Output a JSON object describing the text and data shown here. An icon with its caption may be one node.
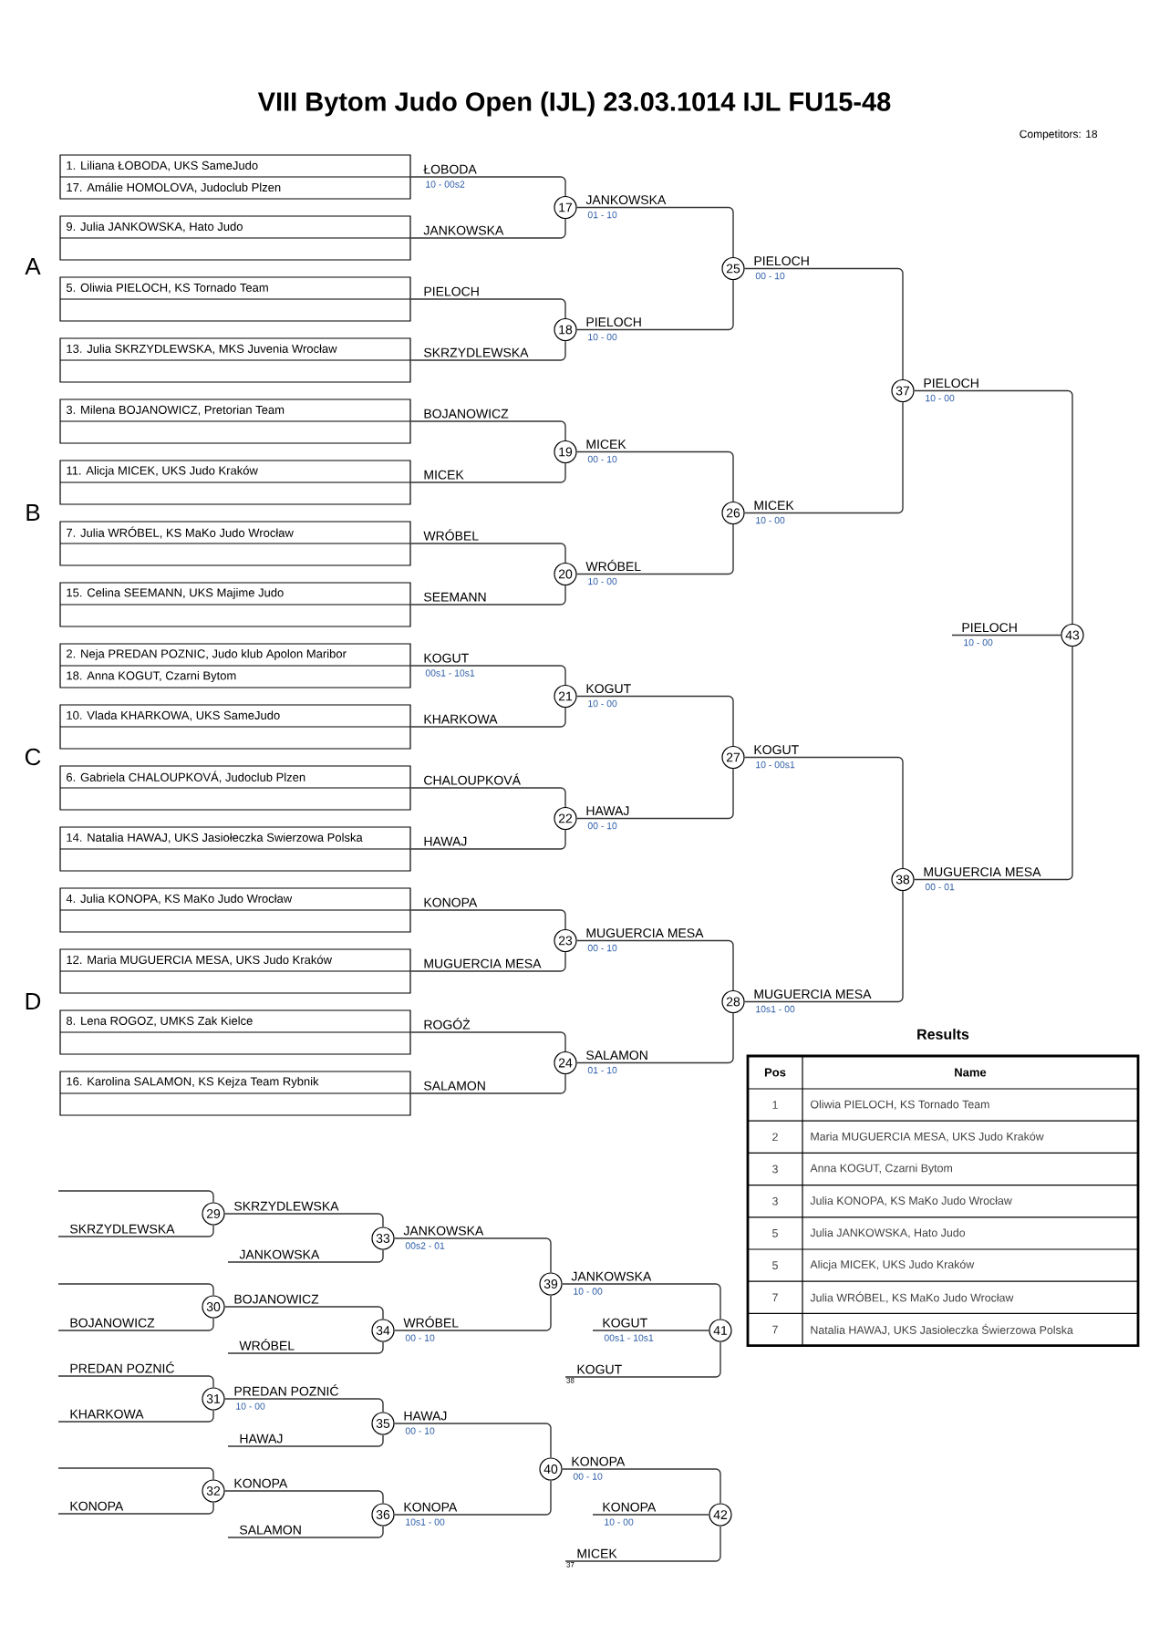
{
  "diagram": {
    "title": "VIII Bytom Judo Open (IJL)  23.03.1014  IJL   FU15-48",
    "nodes": [
      {
        "text": [
          "1. Liliana ŁOBODA, UKS SameJudo",
          "17. Amálie HOMOLOVA, Judoclub Plzen"
        ],
        "beside": [
          "ŁOBODA",
          "10 - 00s2"
        ]
      },
      {
        "text": [
          "9. Julia JANKOWSKA, Hato Judo"
        ],
        "beside": [
          "JANKOWSKA"
        ]
      },
      {
        "text": [
          "5. Oliwia PIELOCH, KS Tornado Team"
        ],
        "beside": [
          "PIELOCH"
        ]
      },
      {
        "text": [
          "13. Julia SKRZYDLEWSKA, MKS Juvenia Wrocław"
        ],
        "beside": [
          "SKRZYDLEWSKA"
        ]
      },
      {
        "text": [
          "3. Milena BOJANOWICZ, Pretorian Team"
        ],
        "beside": [
          "BOJANOWICZ"
        ]
      },
      {
        "text": [
          "11. Alicja MICEK, UKS Judo Kraków"
        ],
        "beside": [
          "MICEK"
        ]
      },
      {
        "text": [
          "7. Julia WRÓBEL, KS MaKo Judo Wrocław"
        ],
        "beside": [
          "WRÓBEL"
        ]
      },
      {
        "text": [
          "15. Celina SEEMANN, UKS Majime Judo"
        ],
        "beside": [
          "SEEMANN"
        ]
      },
      {
        "text": [
          "2. Neja PREDAN POZNIC, Judo klub Apolon Maribor",
          "18. Anna KOGUT, Czarni Bytom"
        ],
        "beside": [
          "KOGUT",
          "00s1 - 10s1"
        ]
      },
      {
        "text": [
          "10. Vlada KHARKOWA, UKS SameJudo"
        ],
        "beside": [
          "KHARKOWA"
        ]
      },
      {
        "text": [
          "6. Gabriela CHALOUPKOVÁ, Judoclub Plzen"
        ],
        "beside": [
          "CHALOUPKOVÁ"
        ]
      },
      {
        "text": [
          "14. Natalia HAWAJ, UKS Jasiołeczka Swierzowa Polska"
        ],
        "beside": [
          "HAWAJ"
        ]
      },
      {
        "text": [
          "4. Julia KONOPA, KS MaKo Judo Wrocław"
        ],
        "beside": [
          "KONOPA"
        ]
      },
      {
        "text": [
          "12. Maria MUGUERCIA MESA, UKS Judo Kraków"
        ],
        "beside": [
          "MUGUERCIA MESA"
        ]
      },
      {
        "text": [
          "8. Lena ROGOZ, UMKS Zak Kielce"
        ],
        "beside": [
          "ROGÓŻ"
        ]
      },
      {
        "text": [
          "16. Karolina SALAMON, KS Kejza Team Rybnik"
        ],
        "beside": [
          "SALAMON"
        ]
      },
      {
        "text": [
          "17"
        ],
        "beside": [
          "JANKOWSKA",
          "01 - 10"
        ]
      },
      {
        "text": [
          "18"
        ],
        "beside": [
          "PIELOCH",
          "10 - 00"
        ]
      },
      {
        "text": [
          "19"
        ],
        "beside": [
          "MICEK",
          "00 - 10"
        ]
      },
      {
        "text": [
          "20"
        ],
        "beside": [
          "WRÓBEL",
          "10 - 00"
        ]
      },
      {
        "text": [
          "21"
        ],
        "beside": [
          "KOGUT",
          "10 - 00"
        ]
      },
      {
        "text": [
          "22"
        ],
        "beside": [
          "HAWAJ",
          "00 - 10"
        ]
      },
      {
        "text": [
          "23"
        ],
        "beside": [
          "MUGUERCIA MESA",
          "00 - 10"
        ]
      },
      {
        "text": [
          "24"
        ],
        "beside": [
          "SALAMON",
          "01 - 10"
        ]
      },
      {
        "text": [
          "25"
        ],
        "beside": [
          "PIELOCH",
          "00 - 10"
        ]
      },
      {
        "text": [
          "26"
        ],
        "beside": [
          "MICEK",
          "10 - 00"
        ]
      },
      {
        "text": [
          "27"
        ],
        "beside": [
          "KOGUT",
          "10 - 00s1"
        ]
      },
      {
        "text": [
          "28"
        ],
        "beside": [
          "MUGUERCIA MESA",
          "10s1 - 00"
        ]
      },
      {
        "text": [
          "37"
        ],
        "beside": [
          "PIELOCH",
          "10 - 00"
        ]
      },
      {
        "text": [
          "38"
        ],
        "beside": [
          "MUGUERCIA MESA",
          "00 - 01"
        ]
      },
      {
        "text": [
          "43"
        ],
        "beside": [
          "PIELOCH",
          "10 - 00"
        ]
      },
      {
        "text": [
          "29"
        ],
        "beside": [
          "SKRZYDLEWSKA"
        ]
      },
      {
        "text": [
          "30"
        ],
        "beside": [
          "BOJANOWICZ"
        ]
      },
      {
        "text": [
          "31"
        ],
        "beside": [
          "PREDAN POZNIĆ",
          "10 - 00"
        ]
      },
      {
        "text": [
          "32"
        ],
        "beside": [
          "KONOPA"
        ]
      },
      {
        "text": [
          "33"
        ],
        "beside": [
          "JANKOWSKA",
          "00s2 - 01"
        ]
      },
      {
        "text": [
          "34"
        ],
        "beside": [
          "WRÓBEL",
          "00 - 10"
        ]
      },
      {
        "text": [
          "35"
        ],
        "beside": [
          "HAWAJ",
          "00 - 10"
        ]
      },
      {
        "text": [
          "36"
        ],
        "beside": [
          "KONOPA",
          "10s1 - 00"
        ]
      },
      {
        "text": [
          "39"
        ],
        "beside": [
          "JANKOWSKA",
          "10 - 00"
        ]
      },
      {
        "text": [
          "40"
        ],
        "beside": [
          "KONOPA",
          "00 - 10"
        ]
      },
      {
        "text": [
          "41"
        ],
        "beside": [
          "KOGUT",
          "00s1 - 10s1"
        ]
      },
      {
        "text": [
          "42"
        ],
        "beside": [
          "KONOPA",
          "10 - 00"
        ]
      },
      {
        "text": [
          "38"
        ]
      },
      {
        "text": [
          "37"
        ]
      }
    ],
    "edges": [
      {
        "from": 0,
        "to": 16,
        "arrow": "none"
      },
      {
        "from": 1,
        "to": 16,
        "arrow": "none"
      },
      {
        "from": 2,
        "to": 17,
        "arrow": "none"
      },
      {
        "from": 3,
        "to": 17,
        "arrow": "none"
      },
      {
        "from": 4,
        "to": 18,
        "arrow": "none"
      },
      {
        "from": 5,
        "to": 18,
        "arrow": "none"
      },
      {
        "from": 6,
        "to": 19,
        "arrow": "none"
      },
      {
        "from": 7,
        "to": 19,
        "arrow": "none"
      },
      {
        "from": 8,
        "to": 20,
        "arrow": "none"
      },
      {
        "from": 9,
        "to": 20,
        "arrow": "none"
      },
      {
        "from": 10,
        "to": 21,
        "arrow": "none"
      },
      {
        "from": 11,
        "to": 21,
        "arrow": "none"
      },
      {
        "from": 12,
        "to": 22,
        "arrow": "none"
      },
      {
        "from": 13,
        "to": 22,
        "arrow": "none"
      },
      {
        "from": 14,
        "to": 23,
        "arrow": "none"
      },
      {
        "from": 15,
        "to": 23,
        "arrow": "none"
      },
      {
        "from": 16,
        "to": 24,
        "arrow": "none"
      },
      {
        "from": 17,
        "to": 24,
        "arrow": "none"
      },
      {
        "from": 18,
        "to": 25,
        "arrow": "none"
      },
      {
        "from": 19,
        "to": 25,
        "arrow": "none"
      },
      {
        "from": 20,
        "to": 26,
        "arrow": "none"
      },
      {
        "from": 21,
        "to": 26,
        "arrow": "none"
      },
      {
        "from": 22,
        "to": 27,
        "arrow": "none"
      },
      {
        "from": 23,
        "to": 27,
        "arrow": "none"
      },
      {
        "from": 24,
        "to": 28,
        "arrow": "none"
      },
      {
        "from": 25,
        "to": 28,
        "arrow": "none"
      },
      {
        "from": 26,
        "to": 29,
        "arrow": "none"
      },
      {
        "from": 27,
        "to": 29,
        "arrow": "none"
      },
      {
        "from": 28,
        "to": 30,
        "arrow": "none"
      },
      {
        "from": 29,
        "to": 30,
        "arrow": "none"
      },
      {
        "from": 30,
        "to": null,
        "arrow": "none"
      },
      {
        "from": null,
        "to": 31,
        "arrow": "none"
      },
      {
        "from": null,
        "to": 31,
        "arrow": "none",
        "label": "SKRZYDLEWSKA"
      },
      {
        "from": 31,
        "to": 35,
        "arrow": "none"
      },
      {
        "from": null,
        "to": 35,
        "arrow": "none",
        "label": "JANKOWSKA"
      },
      {
        "from": null,
        "to": 32,
        "arrow": "none"
      },
      {
        "from": null,
        "to": 32,
        "arrow": "none",
        "label": "BOJANOWICZ"
      },
      {
        "from": 32,
        "to": 36,
        "arrow": "none"
      },
      {
        "from": null,
        "to": 36,
        "arrow": "none",
        "label": "WRÓBEL"
      },
      {
        "from": 35,
        "to": 39,
        "arrow": "none"
      },
      {
        "from": 36,
        "to": 39,
        "arrow": "none"
      },
      {
        "from": 39,
        "to": 41,
        "arrow": "none"
      },
      {
        "from": 41,
        "to": null,
        "arrow": "none"
      },
      {
        "from": 43,
        "to": 41,
        "arrow": "none",
        "label": "KOGUT"
      },
      {
        "from": null,
        "to": 33,
        "arrow": "none",
        "label": "PREDAN POZNIĆ"
      },
      {
        "from": null,
        "to": 33,
        "arrow": "none",
        "label": "KHARKOWA"
      },
      {
        "from": 33,
        "to": 37,
        "arrow": "none"
      },
      {
        "from": null,
        "to": 37,
        "arrow": "none",
        "label": "HAWAJ"
      },
      {
        "from": null,
        "to": 34,
        "arrow": "none"
      },
      {
        "from": null,
        "to": 34,
        "arrow": "none",
        "label": "KONOPA"
      },
      {
        "from": 34,
        "to": 38,
        "arrow": "none"
      },
      {
        "from": null,
        "to": 38,
        "arrow": "none",
        "label": "SALAMON"
      },
      {
        "from": 37,
        "to": 40,
        "arrow": "none"
      },
      {
        "from": 38,
        "to": 40,
        "arrow": "none"
      },
      {
        "from": 40,
        "to": 42,
        "arrow": "none"
      },
      {
        "from": 42,
        "to": null,
        "arrow": "none"
      },
      {
        "from": 44,
        "to": 42,
        "arrow": "none",
        "label": "MICEK"
      }
    ],
    "labels": [
      "Competitors: 18",
      "A",
      "B",
      "C",
      "D",
      "Results",
      "Pos",
      "Name",
      "1",
      "Oliwia PIELOCH, KS Tornado Team",
      "2",
      "Maria MUGUERCIA MESA, UKS Judo Kraków",
      "3",
      "Anna KOGUT, Czarni Bytom",
      "3",
      "Julia KONOPA, KS MaKo Judo Wrocław",
      "5",
      "Julia JANKOWSKA, Hato Judo",
      "5",
      "Alicja MICEK, UKS Judo Kraków",
      "7",
      "Julia WRÓBEL, KS MaKo Judo Wrocław",
      "7",
      "Natalia HAWAJ, UKS Jasiołeczka Świerzowa Polska"
    ]
  }
}
